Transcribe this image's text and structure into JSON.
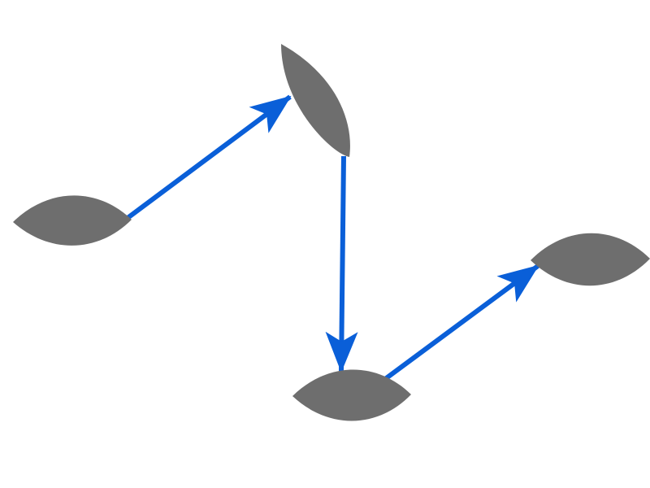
{
  "diagram": {
    "colors": {
      "background": "#ffffff",
      "node": "#6e6e6e",
      "edge": "#0a5fd8"
    },
    "nodes": [
      {
        "id": "n1",
        "shape": "lens"
      },
      {
        "id": "n2",
        "shape": "lens"
      },
      {
        "id": "n3",
        "shape": "lens"
      },
      {
        "id": "n4",
        "shape": "lens"
      }
    ],
    "edges": [
      {
        "from": "n1",
        "to": "n2",
        "directed": true
      },
      {
        "from": "n2",
        "to": "n3",
        "directed": true
      },
      {
        "from": "n3",
        "to": "n4",
        "directed": true
      }
    ]
  }
}
